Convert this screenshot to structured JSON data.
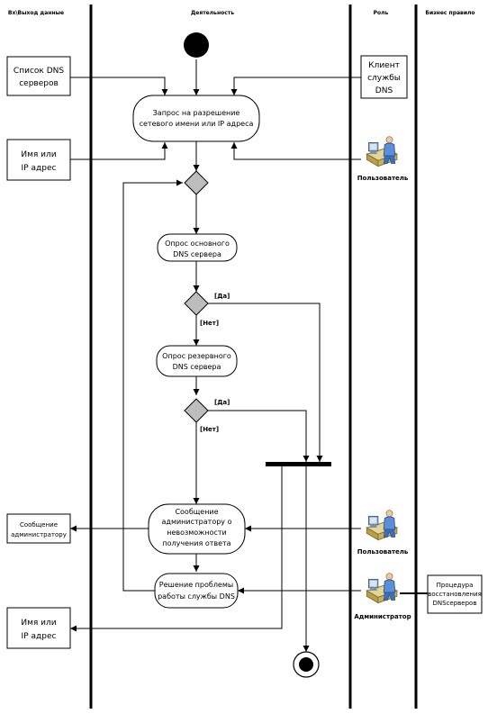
{
  "lanes": [
    "Вх\\Выход данные",
    "Деятельность",
    "Роль",
    "Бизнес правило"
  ],
  "documents": {
    "dns_list": [
      "Список DNS",
      "серверов"
    ],
    "name_ip_in": [
      "Имя или",
      "IP адрес"
    ],
    "client": [
      "Клиент",
      "службы",
      "DNS"
    ],
    "message_out": [
      "Сообщение",
      "администратору"
    ],
    "name_ip_out": [
      "Имя или",
      "IP адрес"
    ],
    "procedure": [
      "Процедура",
      "восстановления",
      "DNSсерверов"
    ]
  },
  "activities": {
    "request": [
      "Запрос на разрешение",
      "сетевого имени или IP адреса"
    ],
    "primary": [
      "Опрос основного",
      "DNS сервера"
    ],
    "backup": [
      "Опрос резервного",
      "DNS сервера"
    ],
    "message": [
      "Сообщение",
      "администратору о",
      "невозможности",
      "получения ответа"
    ],
    "solve": [
      "Решение проблемы",
      "работы службы DNS"
    ]
  },
  "guards": {
    "yes1": "[Да]",
    "no1": "[Нет]",
    "yes2": "[Да]",
    "no2": "[Нет]"
  },
  "actors": {
    "user1": "Пользователь",
    "user2": "Пользователь",
    "admin": "Администратор"
  }
}
